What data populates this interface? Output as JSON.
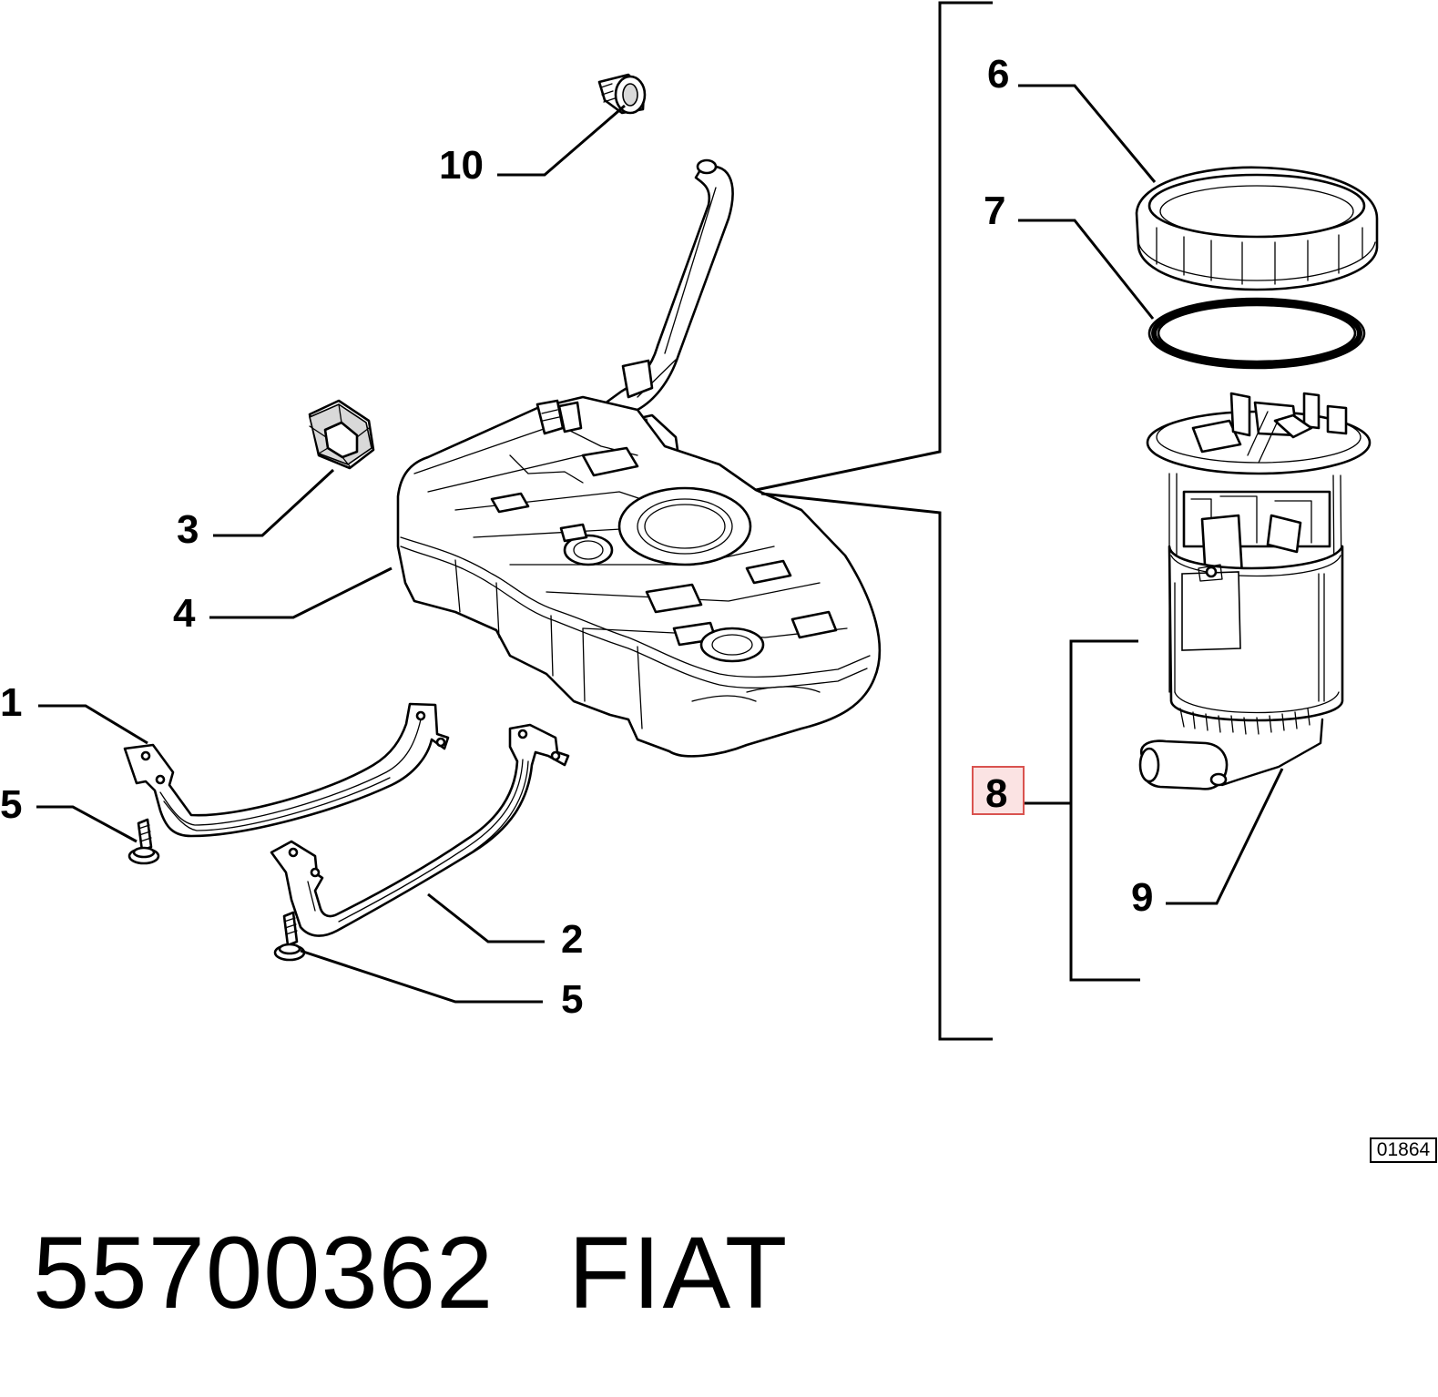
{
  "callouts": {
    "c1": "1",
    "c2": "2",
    "c3": "3",
    "c4": "4",
    "c5a": "5",
    "c5b": "5",
    "c6": "6",
    "c7": "7",
    "c8": "8",
    "c9": "9",
    "c10": "10"
  },
  "colors": {
    "highlight_border": "#d9534f",
    "highlight_fill": "#fbe3e3",
    "highlight_text": "#6b4f4f"
  },
  "reference_code": "01864",
  "part_number": "55700362",
  "brand": "FIAT"
}
